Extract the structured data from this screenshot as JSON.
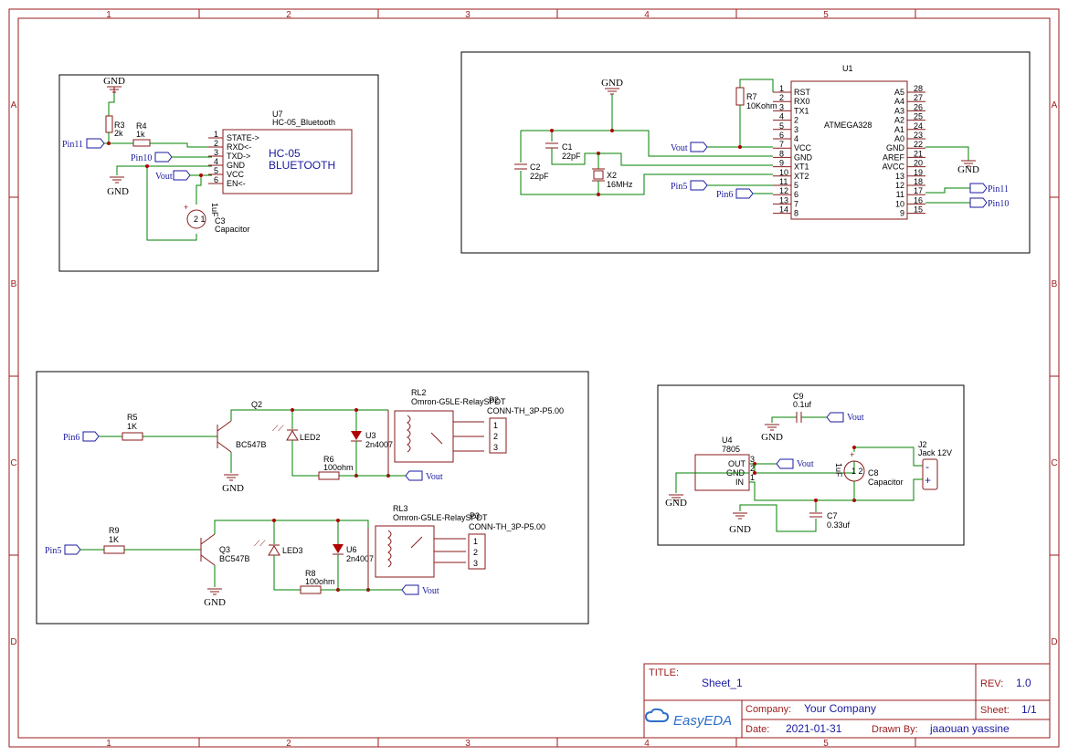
{
  "frame": {
    "columns": [
      "1",
      "2",
      "3",
      "4",
      "5"
    ],
    "rows": [
      "A",
      "B",
      "C",
      "D"
    ]
  },
  "bluetooth": {
    "ref": "U7",
    "part": "HC-05_Bluetooth",
    "name1": "HC-05",
    "name2": "BLUETOOTH",
    "pins": [
      "STATE->",
      "RXD<-",
      "TXD->",
      "GND",
      "VCC",
      "EN<-"
    ],
    "pin_nums": [
      "1",
      "2",
      "3",
      "4",
      "5",
      "6"
    ],
    "r3": "R3",
    "r3v": "2k",
    "r4": "R4",
    "r4v": "1k",
    "c3": "C3",
    "c3v": "Capacitor",
    "c3cap": "1uF",
    "gnd1": "GND",
    "gnd2": "GND",
    "pin11": "Pin11",
    "pin10": "Pin10",
    "vout": "Vout"
  },
  "mcu": {
    "ref": "U1",
    "name": "ATMEGA328",
    "left_labels": [
      "RST",
      "RX0",
      "TX1",
      "2",
      "3",
      "4",
      "VCC",
      "GND",
      "XT1",
      "XT2",
      "5",
      "6",
      "7",
      "8"
    ],
    "left_nums": [
      "1",
      "2",
      "3",
      "4",
      "5",
      "6",
      "7",
      "8",
      "9",
      "10",
      "11",
      "12",
      "13",
      "14"
    ],
    "right_labels": [
      "A5",
      "A4",
      "A3",
      "A2",
      "A1",
      "A0",
      "GND",
      "AREF",
      "AVCC",
      "13",
      "12",
      "11",
      "10",
      "9"
    ],
    "right_nums": [
      "28",
      "27",
      "26",
      "25",
      "24",
      "23",
      "22",
      "21",
      "20",
      "19",
      "18",
      "17",
      "16",
      "15"
    ],
    "r7": "R7",
    "r7v": "10Kohm",
    "c1": "C1",
    "c1v": "22pF",
    "c2": "C2",
    "c2v": "22pF",
    "x2": "X2",
    "x2v": "16MHz",
    "gnd_top": "GND",
    "gnd_right": "GND",
    "vout": "Vout",
    "pin5": "Pin5",
    "pin6": "Pin6",
    "pin11": "Pin11",
    "pin10": "Pin10"
  },
  "relays": {
    "r5": "R5",
    "r5v": "1K",
    "q2": "Q2",
    "q2v": "BC547B",
    "led2": "LED2",
    "u3": "U3",
    "u3v": "2n4007",
    "r6": "R6",
    "r6v": "100ohm",
    "rl2": "RL2",
    "rl2v": "Omron-G5LE-RelaySPDT",
    "p2": "P2",
    "p2v": "CONN-TH_3P-P5.00",
    "r9": "R9",
    "r9v": "1K",
    "q3": "Q3",
    "q3v": "BC547B",
    "led3": "LED3",
    "u6": "U6",
    "u6v": "2n4007",
    "r8": "R8",
    "r8v": "100ohm",
    "rl3": "RL3",
    "rl3v": "Omron-G5LE-RelaySPDT",
    "p3": "P3",
    "p3v": "CONN-TH_3P-P5.00",
    "pin6": "Pin6",
    "pin5": "Pin5",
    "vout1": "Vout",
    "vout2": "Vout",
    "gnd1": "GND",
    "gnd2": "GND",
    "conn_pins": [
      "1",
      "2",
      "3"
    ]
  },
  "power": {
    "c9": "C9",
    "c9v": "0.1uf",
    "u4": "U4",
    "u4v": "7805",
    "j2": "J2",
    "j2v": "Jack 12V",
    "c8": "C8",
    "c8v": "Capacitor",
    "c8cap": "1uF",
    "c7": "C7",
    "c7v": "0.33uf",
    "out": "OUT",
    "gndp": "GND",
    "in": "IN",
    "n3": "3",
    "n2": "2",
    "n1": "1",
    "vout1": "Vout",
    "vout2": "Vout",
    "gnd1": "GND",
    "gnd2": "GND",
    "gnd3": "GND"
  },
  "title_block": {
    "title_label": "TITLE:",
    "title": "Sheet_1",
    "rev_label": "REV:",
    "rev": "1.0",
    "company_label": "Company:",
    "company": "Your Company",
    "sheet_label": "Sheet:",
    "sheet": "1/1",
    "date_label": "Date:",
    "date": "2021-01-31",
    "drawn_label": "Drawn By:",
    "drawn": "jaaouan yassine",
    "logo": "EasyEDA"
  }
}
